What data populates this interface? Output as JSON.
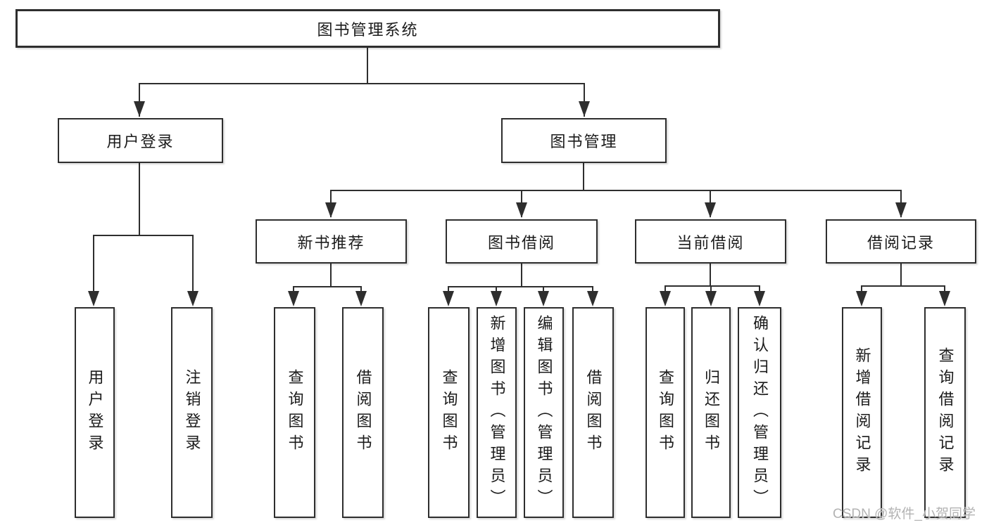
{
  "diagram": {
    "colors": {
      "line": "#2e2e2e",
      "box_border": "#2e2e2e",
      "text": "#1b1b1b",
      "watermark": "#b3b3b3",
      "background": "#ffffff"
    },
    "root": {
      "label": "图书管理系统"
    },
    "branches": {
      "user_login": {
        "label": "用户登录",
        "children": [
          "用户登录",
          "注销登录"
        ]
      },
      "book_management": {
        "label": "图书管理"
      }
    },
    "book_management_children": [
      {
        "label": "新书推荐",
        "children": [
          "查询图书",
          "借阅图书"
        ]
      },
      {
        "label": "图书借阅",
        "children": [
          "查询图书",
          "新增图书（管理员）",
          "编辑图书（管理员）",
          "借阅图书"
        ]
      },
      {
        "label": "当前借阅",
        "children": [
          "查询图书",
          "归还图书",
          "确认归还（管理员）"
        ]
      },
      {
        "label": "借阅记录",
        "children": [
          "新增借阅记录",
          "查询借阅记录"
        ]
      }
    ],
    "watermark": "CSDN @软件_小贺同学"
  }
}
